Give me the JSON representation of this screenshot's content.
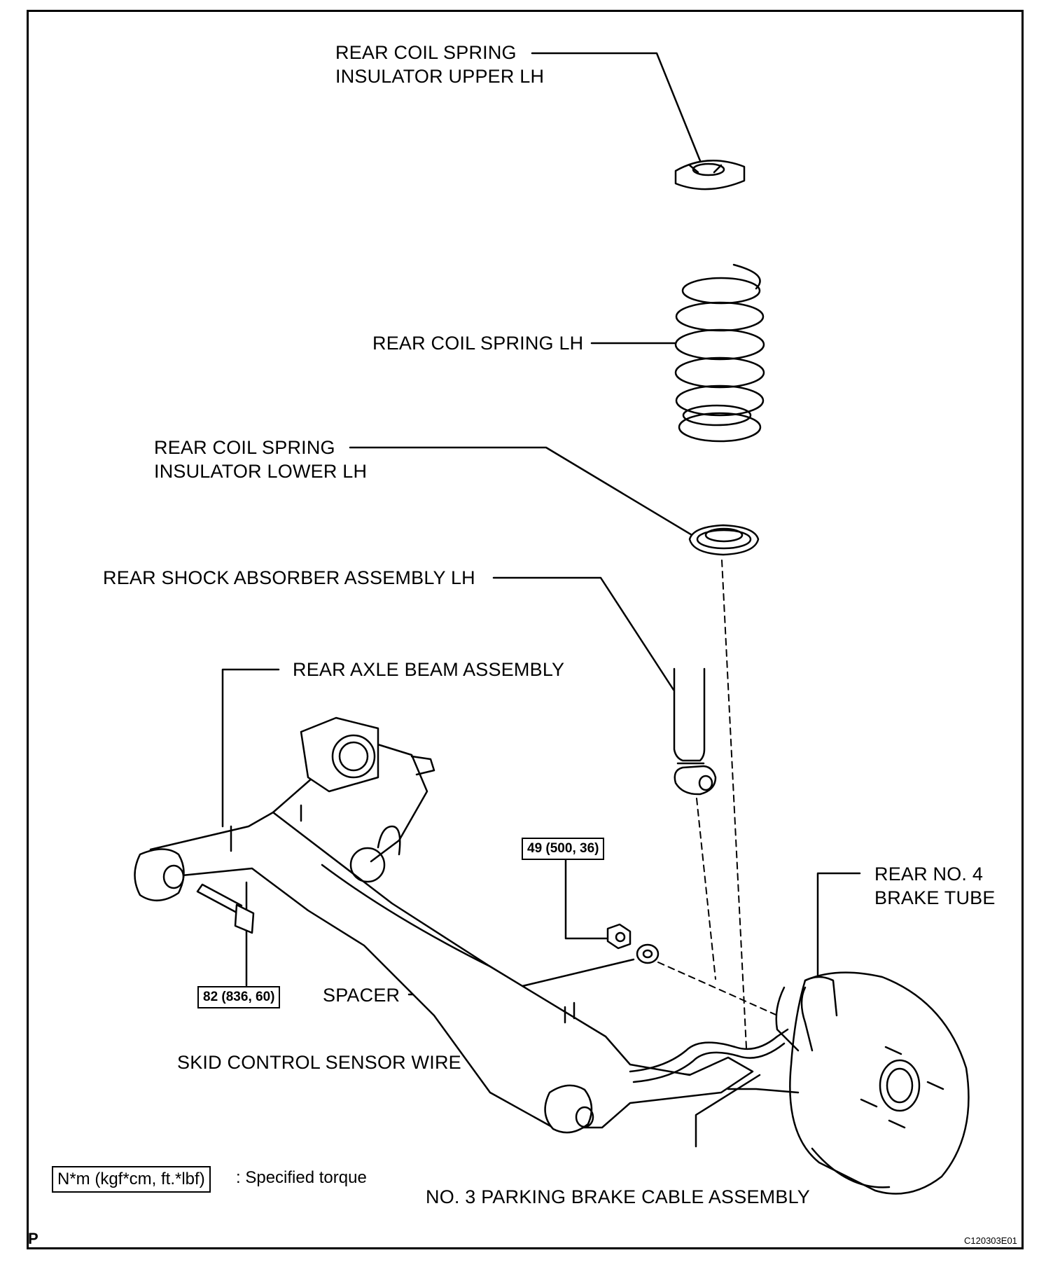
{
  "labels": {
    "insulator_upper_l1": "REAR COIL SPRING",
    "insulator_upper_l2": "INSULATOR UPPER LH",
    "coil_spring": "REAR COIL SPRING LH",
    "insulator_lower_l1": "REAR COIL SPRING",
    "insulator_lower_l2": "INSULATOR LOWER LH",
    "shock_absorber": "REAR SHOCK ABSORBER ASSEMBLY LH",
    "axle_beam": "REAR AXLE BEAM ASSEMBLY",
    "brake_tube_l1": "REAR NO. 4",
    "brake_tube_l2": "BRAKE TUBE",
    "spacer": "SPACER",
    "sensor_wire": "SKID CONTROL SENSOR WIRE",
    "parking_cable": "NO. 3 PARKING BRAKE CABLE ASSEMBLY"
  },
  "torque": {
    "nut": "49 (500, 36)",
    "bolt": "82 (836, 60)"
  },
  "legend": {
    "unit": "N*m (kgf*cm, ft.*lbf)",
    "description": ": Specified torque"
  },
  "corner": {
    "section": "P",
    "figure_code": "C120303E01"
  }
}
